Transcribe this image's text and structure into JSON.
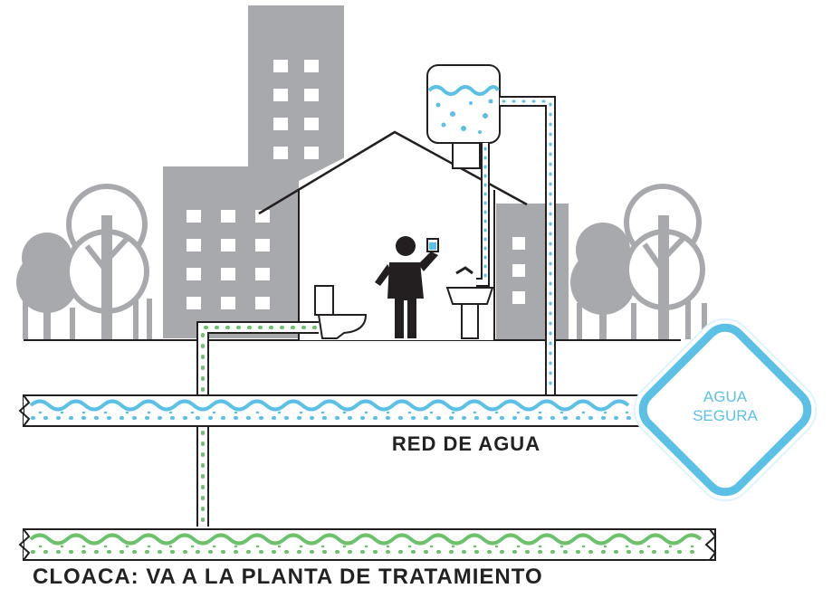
{
  "labels": {
    "water_network": "RED DE AGUA",
    "sewer": "CLOACA: VA A LA PLANTA DE TRATAMIENTO"
  },
  "badge": {
    "line1": "AGUA",
    "line2": "SEGURA"
  },
  "colors": {
    "building": "#a7a9ac",
    "tree": "#a7a9ac",
    "outline": "#231f20",
    "clean_water": "#5bc0e6",
    "waste_water": "#6cc16a",
    "person": "#231f20"
  }
}
